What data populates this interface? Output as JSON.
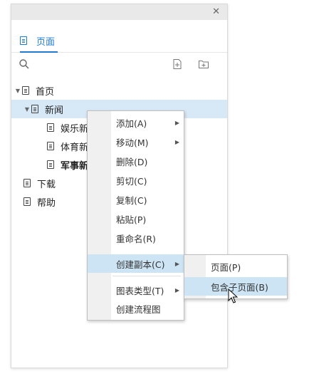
{
  "window": {
    "close_icon": "close-icon"
  },
  "tabs": [
    {
      "label": "页面",
      "icon": "document-icon"
    }
  ],
  "toolbar": {
    "search_icon": "search-icon",
    "add_page_icon": "add-page-icon",
    "add_folder_icon": "add-folder-icon"
  },
  "tree": [
    {
      "label": "首页"
    },
    {
      "label": "新闻"
    },
    {
      "label": "娱乐新"
    },
    {
      "label": "体育新"
    },
    {
      "label": "军事新"
    },
    {
      "label": "下载"
    },
    {
      "label": "帮助"
    }
  ],
  "context_menu": {
    "items": [
      {
        "label": "添加(A)"
      },
      {
        "label": "移动(M)"
      },
      {
        "label": "删除(D)"
      },
      {
        "label": "剪切(C)"
      },
      {
        "label": "复制(C)"
      },
      {
        "label": "粘贴(P)"
      },
      {
        "label": "重命名(R)"
      },
      {
        "label": "创建副本(C)"
      },
      {
        "label": "图表类型(T)"
      },
      {
        "label": "创建流程图"
      }
    ],
    "submenu": [
      {
        "label": "页面(P)"
      },
      {
        "label": "包含子页面(B)"
      }
    ]
  },
  "colors": {
    "accent": "#1e7ad4",
    "selection": "#d7e8f6",
    "menu_hover": "#cde4f5"
  }
}
